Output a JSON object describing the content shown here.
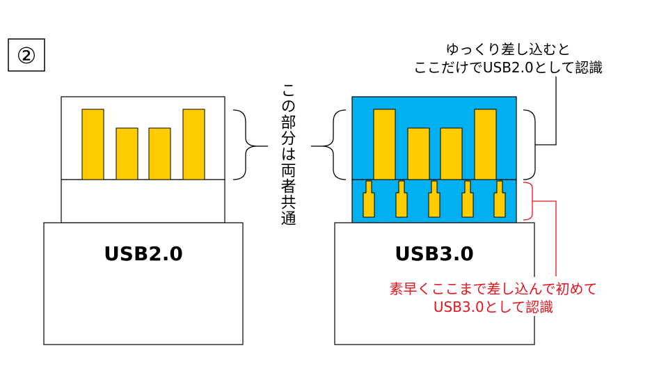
{
  "step_number": "②",
  "usb2_label": "USB2.0",
  "usb3_label": "USB3.0",
  "shared_note": "この部分は両者共通",
  "top_note": [
    "ゆっくり差し込むと",
    "ここだけでUSB2.0として認識"
  ],
  "bottom_note": [
    "素早くここまで差し込んで初めて",
    "USB3.0として認識"
  ],
  "colors": {
    "pin": "#ffcc00",
    "usb3_tongue": "#00b0f0",
    "outline": "#000000",
    "red_note": "#e8141c"
  }
}
